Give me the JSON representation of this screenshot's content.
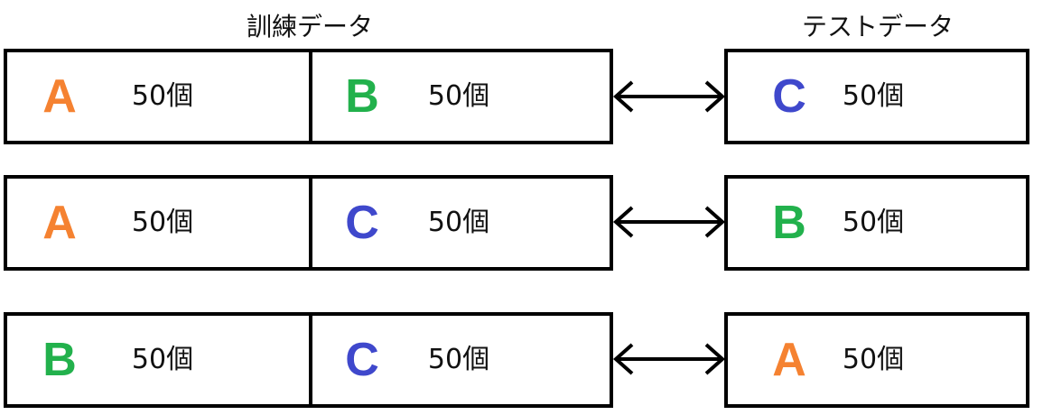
{
  "headers": {
    "train": "訓練データ",
    "test": "テストデータ"
  },
  "colors": {
    "A": "#f58231",
    "B": "#22b14c",
    "C": "#3f48cc"
  },
  "rows": [
    {
      "train": [
        {
          "letter": "A",
          "count": "50個"
        },
        {
          "letter": "B",
          "count": "50個"
        }
      ],
      "test": {
        "letter": "C",
        "count": "50個"
      }
    },
    {
      "train": [
        {
          "letter": "A",
          "count": "50個"
        },
        {
          "letter": "C",
          "count": "50個"
        }
      ],
      "test": {
        "letter": "B",
        "count": "50個"
      }
    },
    {
      "train": [
        {
          "letter": "B",
          "count": "50個"
        },
        {
          "letter": "C",
          "count": "50個"
        }
      ],
      "test": {
        "letter": "A",
        "count": "50個"
      }
    }
  ]
}
